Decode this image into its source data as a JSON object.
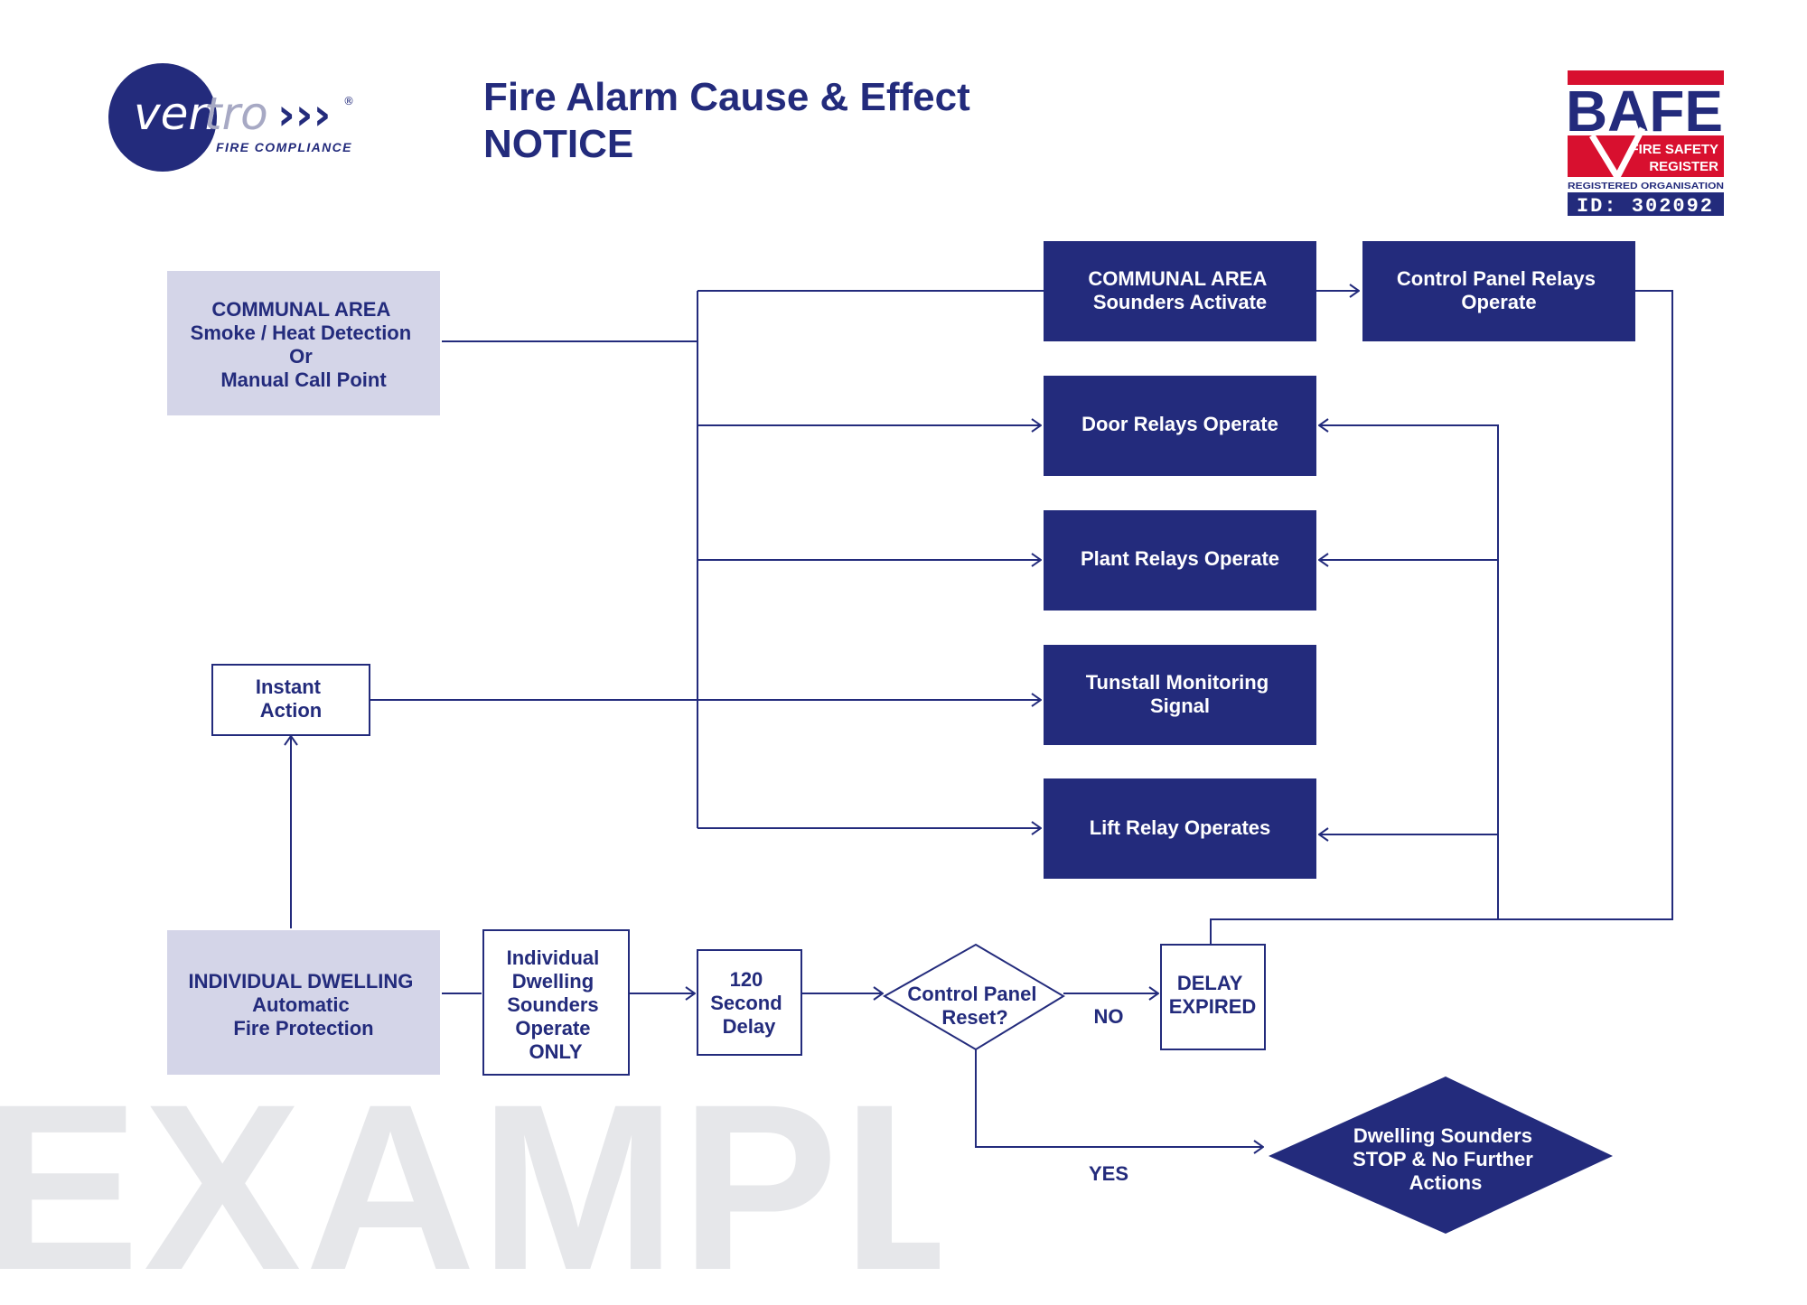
{
  "header": {
    "title_line1": "Fire Alarm Cause & Effect",
    "title_line2": "NOTICE"
  },
  "logo_ventro": {
    "word_ven": "ven",
    "word_tro": "tro",
    "arrows": "›››",
    "reg": "®",
    "tagline": "FIRE COMPLIANCE"
  },
  "logo_bafe": {
    "name": "BAFE",
    "banner_line1": "FIRE SAFETY",
    "banner_line2": "REGISTER",
    "registered": "REGISTERED ORGANISATION",
    "id": "ID: 302092"
  },
  "watermark": "EXAMPLE",
  "colors": {
    "navy": "#232b7c",
    "lavender": "#d4d5e8",
    "bafe_red": "#d8102f",
    "watermark": "#e6e7ea"
  },
  "nodes": {
    "communal_input": [
      "COMMUNAL AREA",
      "Smoke / Heat Detection",
      "Or",
      "Manual Call Point"
    ],
    "instant_action": [
      "Instant",
      "Action"
    ],
    "dwelling_input": [
      "INDIVIDUAL DWELLING",
      "Automatic",
      "Fire Protection"
    ],
    "dwelling_sounders": [
      "Individual",
      "Dwelling",
      "Sounders",
      "Operate",
      "ONLY"
    ],
    "delay_120": [
      "120",
      "Second",
      "Delay"
    ],
    "reset_decision": [
      "Control Panel",
      "Reset?"
    ],
    "delay_expired": [
      "DELAY",
      "EXPIRED"
    ],
    "stop_actions": [
      "Dwelling Sounders",
      "STOP & No Further",
      "Actions"
    ],
    "communal_sounders": [
      "COMMUNAL AREA",
      "Sounders Activate"
    ],
    "control_panel_relays": [
      "Control Panel Relays",
      "Operate"
    ],
    "door_relays": [
      "Door Relays Operate"
    ],
    "plant_relays": [
      "Plant Relays Operate"
    ],
    "tunstall": [
      "Tunstall Monitoring",
      "Signal"
    ],
    "lift_relay": [
      "Lift Relay Operates"
    ]
  },
  "edge_labels": {
    "no": "NO",
    "yes": "YES"
  }
}
